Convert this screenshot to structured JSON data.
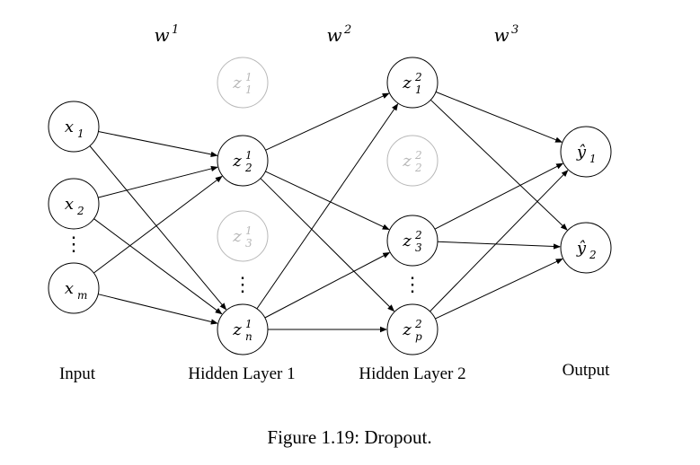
{
  "weights": [
    {
      "base": "w",
      "sup": "1"
    },
    {
      "base": "w",
      "sup": "2"
    },
    {
      "base": "w",
      "sup": "3"
    }
  ],
  "input_nodes": [
    {
      "id": "x1",
      "base": "x",
      "sub": "1"
    },
    {
      "id": "x2",
      "base": "x",
      "sub": "2"
    },
    {
      "id": "xm",
      "base": "x",
      "sub": "m"
    }
  ],
  "hidden1_nodes": [
    {
      "id": "h1_1",
      "base": "z",
      "sup": "1",
      "sub": "1",
      "dropped": true
    },
    {
      "id": "h1_2",
      "base": "z",
      "sup": "1",
      "sub": "2",
      "dropped": false
    },
    {
      "id": "h1_3",
      "base": "z",
      "sup": "1",
      "sub": "3",
      "dropped": true
    },
    {
      "id": "h1_n",
      "base": "z",
      "sup": "1",
      "sub": "n",
      "dropped": false
    }
  ],
  "hidden2_nodes": [
    {
      "id": "h2_1",
      "base": "z",
      "sup": "2",
      "sub": "1",
      "dropped": false
    },
    {
      "id": "h2_2",
      "base": "z",
      "sup": "2",
      "sub": "2",
      "dropped": true
    },
    {
      "id": "h2_3",
      "base": "z",
      "sup": "2",
      "sub": "3",
      "dropped": false
    },
    {
      "id": "h2_p",
      "base": "z",
      "sup": "2",
      "sub": "p",
      "dropped": false
    }
  ],
  "output_nodes": [
    {
      "id": "y1",
      "base": "ŷ",
      "sub": "1"
    },
    {
      "id": "y2",
      "base": "ŷ",
      "sub": "2"
    }
  ],
  "ellipsis": "⋮",
  "edges": [
    [
      "x1",
      "h1_2"
    ],
    [
      "x1",
      "h1_n"
    ],
    [
      "x2",
      "h1_2"
    ],
    [
      "x2",
      "h1_n"
    ],
    [
      "xm",
      "h1_2"
    ],
    [
      "xm",
      "h1_n"
    ],
    [
      "h1_2",
      "h2_1"
    ],
    [
      "h1_2",
      "h2_3"
    ],
    [
      "h1_2",
      "h2_p"
    ],
    [
      "h1_n",
      "h2_1"
    ],
    [
      "h1_n",
      "h2_3"
    ],
    [
      "h1_n",
      "h2_p"
    ],
    [
      "h2_1",
      "y1"
    ],
    [
      "h2_1",
      "y2"
    ],
    [
      "h2_3",
      "y1"
    ],
    [
      "h2_3",
      "y2"
    ],
    [
      "h2_p",
      "y1"
    ],
    [
      "h2_p",
      "y2"
    ]
  ],
  "layer_labels": [
    "Input",
    "Hidden Layer 1",
    "Hidden Layer 2",
    "Output"
  ],
  "caption": "Figure 1.19: Dropout.",
  "colors": {
    "active": "#000000",
    "dropped": "#b8b8b8",
    "background": "#ffffff"
  }
}
